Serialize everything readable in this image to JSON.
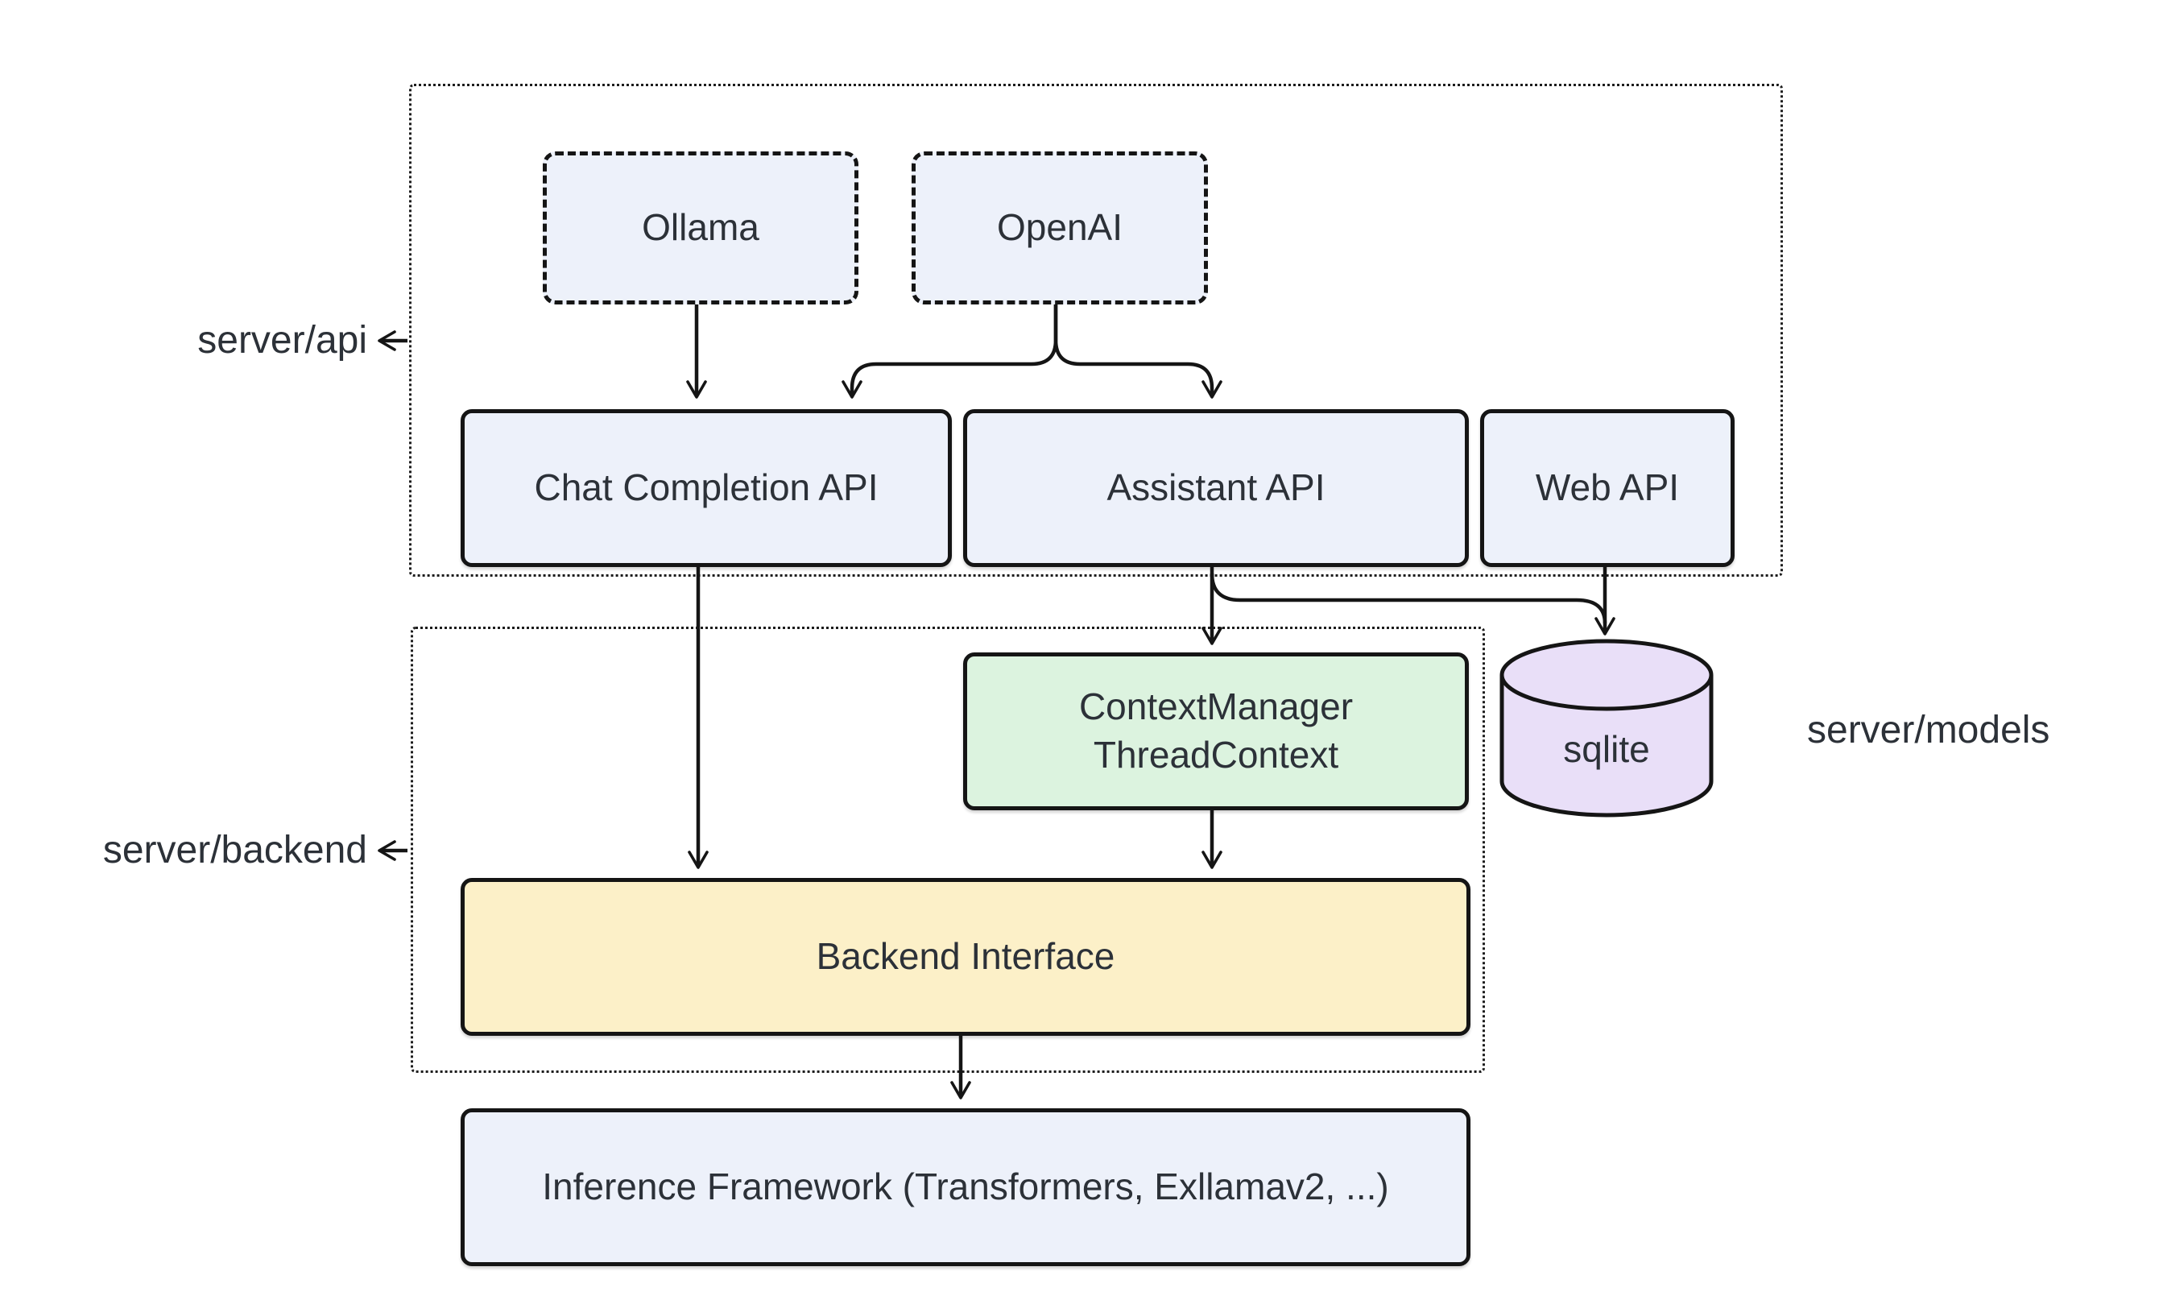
{
  "diagram": {
    "groups": {
      "server_api": "server/api",
      "server_backend": "server/backend",
      "server_models": "server/models"
    },
    "nodes": {
      "ollama": "Ollama",
      "openai": "OpenAI",
      "chat_completion_api": "Chat Completion API",
      "assistant_api": "Assistant API",
      "web_api": "Web API",
      "context_manager_line1": "ContextManager",
      "context_manager_line2": "ThreadContext",
      "sqlite": "sqlite",
      "backend_interface": "Backend Interface",
      "inference_framework": "Inference Framework (Transformers, Exllamav2, ...)"
    },
    "edges": [
      "Ollama -> Chat Completion API",
      "OpenAI -> Chat Completion API",
      "OpenAI -> Assistant API",
      "Chat Completion API -> Backend Interface",
      "Assistant API -> ContextManager ThreadContext",
      "Assistant API -> sqlite",
      "Web API -> sqlite",
      "ContextManager ThreadContext -> Backend Interface",
      "Backend Interface -> Inference Framework"
    ],
    "colors": {
      "node_blue": "#EDF1FA",
      "node_green": "#DCF3DF",
      "node_yellow": "#FCF0C8",
      "node_purple": "#E9DFF8",
      "stroke": "#151515",
      "text": "#2C3138",
      "background": "#FFFFFF"
    }
  }
}
